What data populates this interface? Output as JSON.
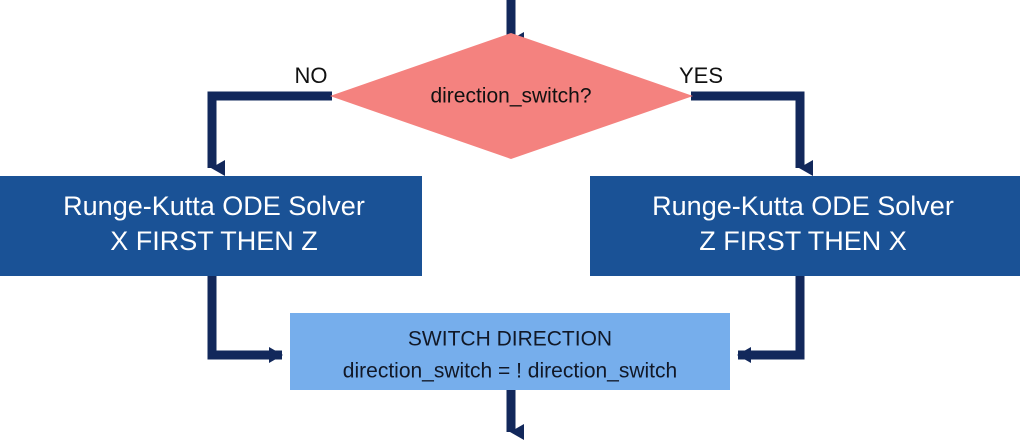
{
  "diagram": {
    "title": "direction switch flowchart",
    "colors": {
      "process_fill": "#1A5296",
      "process_text": "#FFFFFF",
      "decision_fill": "#F4827F",
      "decision_text": "#111111",
      "switch_fill": "#76AEEC",
      "switch_text": "#111827",
      "connector": "#12285B",
      "background": "#FFFFFF"
    },
    "decision": {
      "label": "direction_switch?"
    },
    "branches": {
      "no_label": "NO",
      "yes_label": "YES"
    },
    "process_left": {
      "line1": "Runge-Kutta ODE Solver",
      "line2": "X FIRST THEN Z"
    },
    "process_right": {
      "line1": "Runge-Kutta ODE Solver",
      "line2": "Z FIRST THEN X"
    },
    "switch_box": {
      "line1": "SWITCH DIRECTION",
      "line2": "direction_switch = ! direction_switch"
    },
    "connectors": {
      "entry": "entry-arrow",
      "exit": "exit-arrow",
      "no_branch": "no-branch-connector",
      "yes_branch": "yes-branch-connector",
      "left_to_switch": "left-process-to-switch-connector",
      "right_to_switch": "right-process-to-switch-connector"
    }
  }
}
